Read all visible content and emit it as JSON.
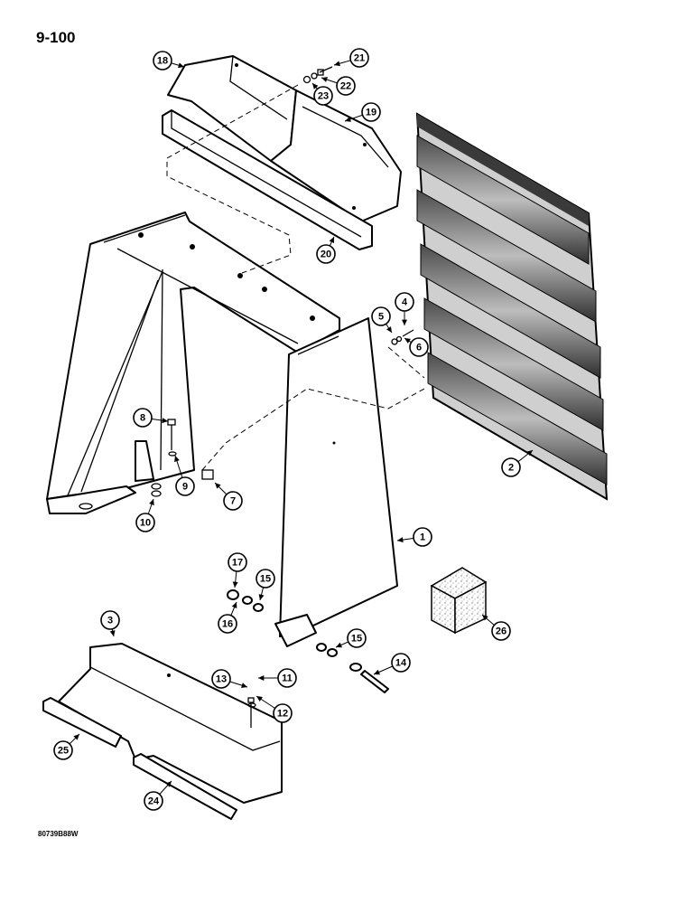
{
  "page_number": "9-100",
  "figure_code": "80739B88W",
  "callouts": [
    {
      "label": "1",
      "name": "callout-1"
    },
    {
      "label": "2",
      "name": "callout-2"
    },
    {
      "label": "3",
      "name": "callout-3"
    },
    {
      "label": "4",
      "name": "callout-4"
    },
    {
      "label": "5",
      "name": "callout-5"
    },
    {
      "label": "6",
      "name": "callout-6"
    },
    {
      "label": "7",
      "name": "callout-7"
    },
    {
      "label": "8",
      "name": "callout-8"
    },
    {
      "label": "9",
      "name": "callout-9"
    },
    {
      "label": "10",
      "name": "callout-10"
    },
    {
      "label": "11",
      "name": "callout-11"
    },
    {
      "label": "12",
      "name": "callout-12"
    },
    {
      "label": "13",
      "name": "callout-13"
    },
    {
      "label": "14",
      "name": "callout-14"
    },
    {
      "label": "15",
      "name": "callout-15a"
    },
    {
      "label": "15",
      "name": "callout-15b"
    },
    {
      "label": "16",
      "name": "callout-16"
    },
    {
      "label": "17",
      "name": "callout-17"
    },
    {
      "label": "18",
      "name": "callout-18"
    },
    {
      "label": "19",
      "name": "callout-19"
    },
    {
      "label": "20",
      "name": "callout-20"
    },
    {
      "label": "21",
      "name": "callout-21"
    },
    {
      "label": "22",
      "name": "callout-22"
    },
    {
      "label": "23",
      "name": "callout-23"
    },
    {
      "label": "24",
      "name": "callout-24"
    },
    {
      "label": "25",
      "name": "callout-25"
    },
    {
      "label": "26",
      "name": "callout-26"
    }
  ]
}
